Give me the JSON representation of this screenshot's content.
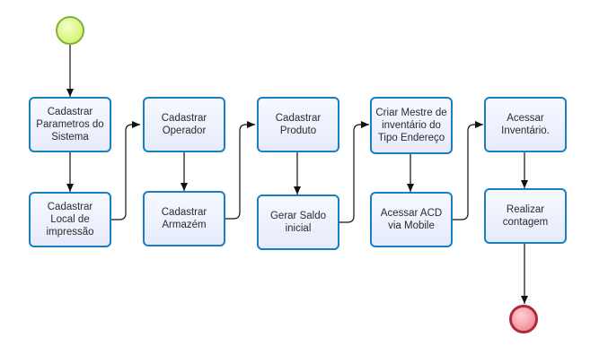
{
  "tasks": {
    "cadastrar_parametros": "Cadastrar\nParametros do\nSistema",
    "cadastrar_local_impressao": "Cadastrar\nLocal de\nimpressão",
    "cadastrar_operador": "Cadastrar\nOperador",
    "cadastrar_armazem": "Cadastrar\nArmazém",
    "cadastrar_produto": "Cadastrar\nProduto",
    "gerar_saldo_inicial": "Gerar Saldo\ninicial",
    "criar_mestre_inventario": "Criar Mestre de\ninventário  do\nTipo Endereço",
    "acessar_acd": "Acessar ACD\nvia Mobile",
    "acessar_inventario": "Acessar\nInventário.",
    "realizar_contagem": "Realizar\ncontagem"
  },
  "colors": {
    "task_border": "#1a7fc1",
    "start_fill": "#d6f47a",
    "end_border": "#b0293a",
    "edge": "#111111"
  }
}
